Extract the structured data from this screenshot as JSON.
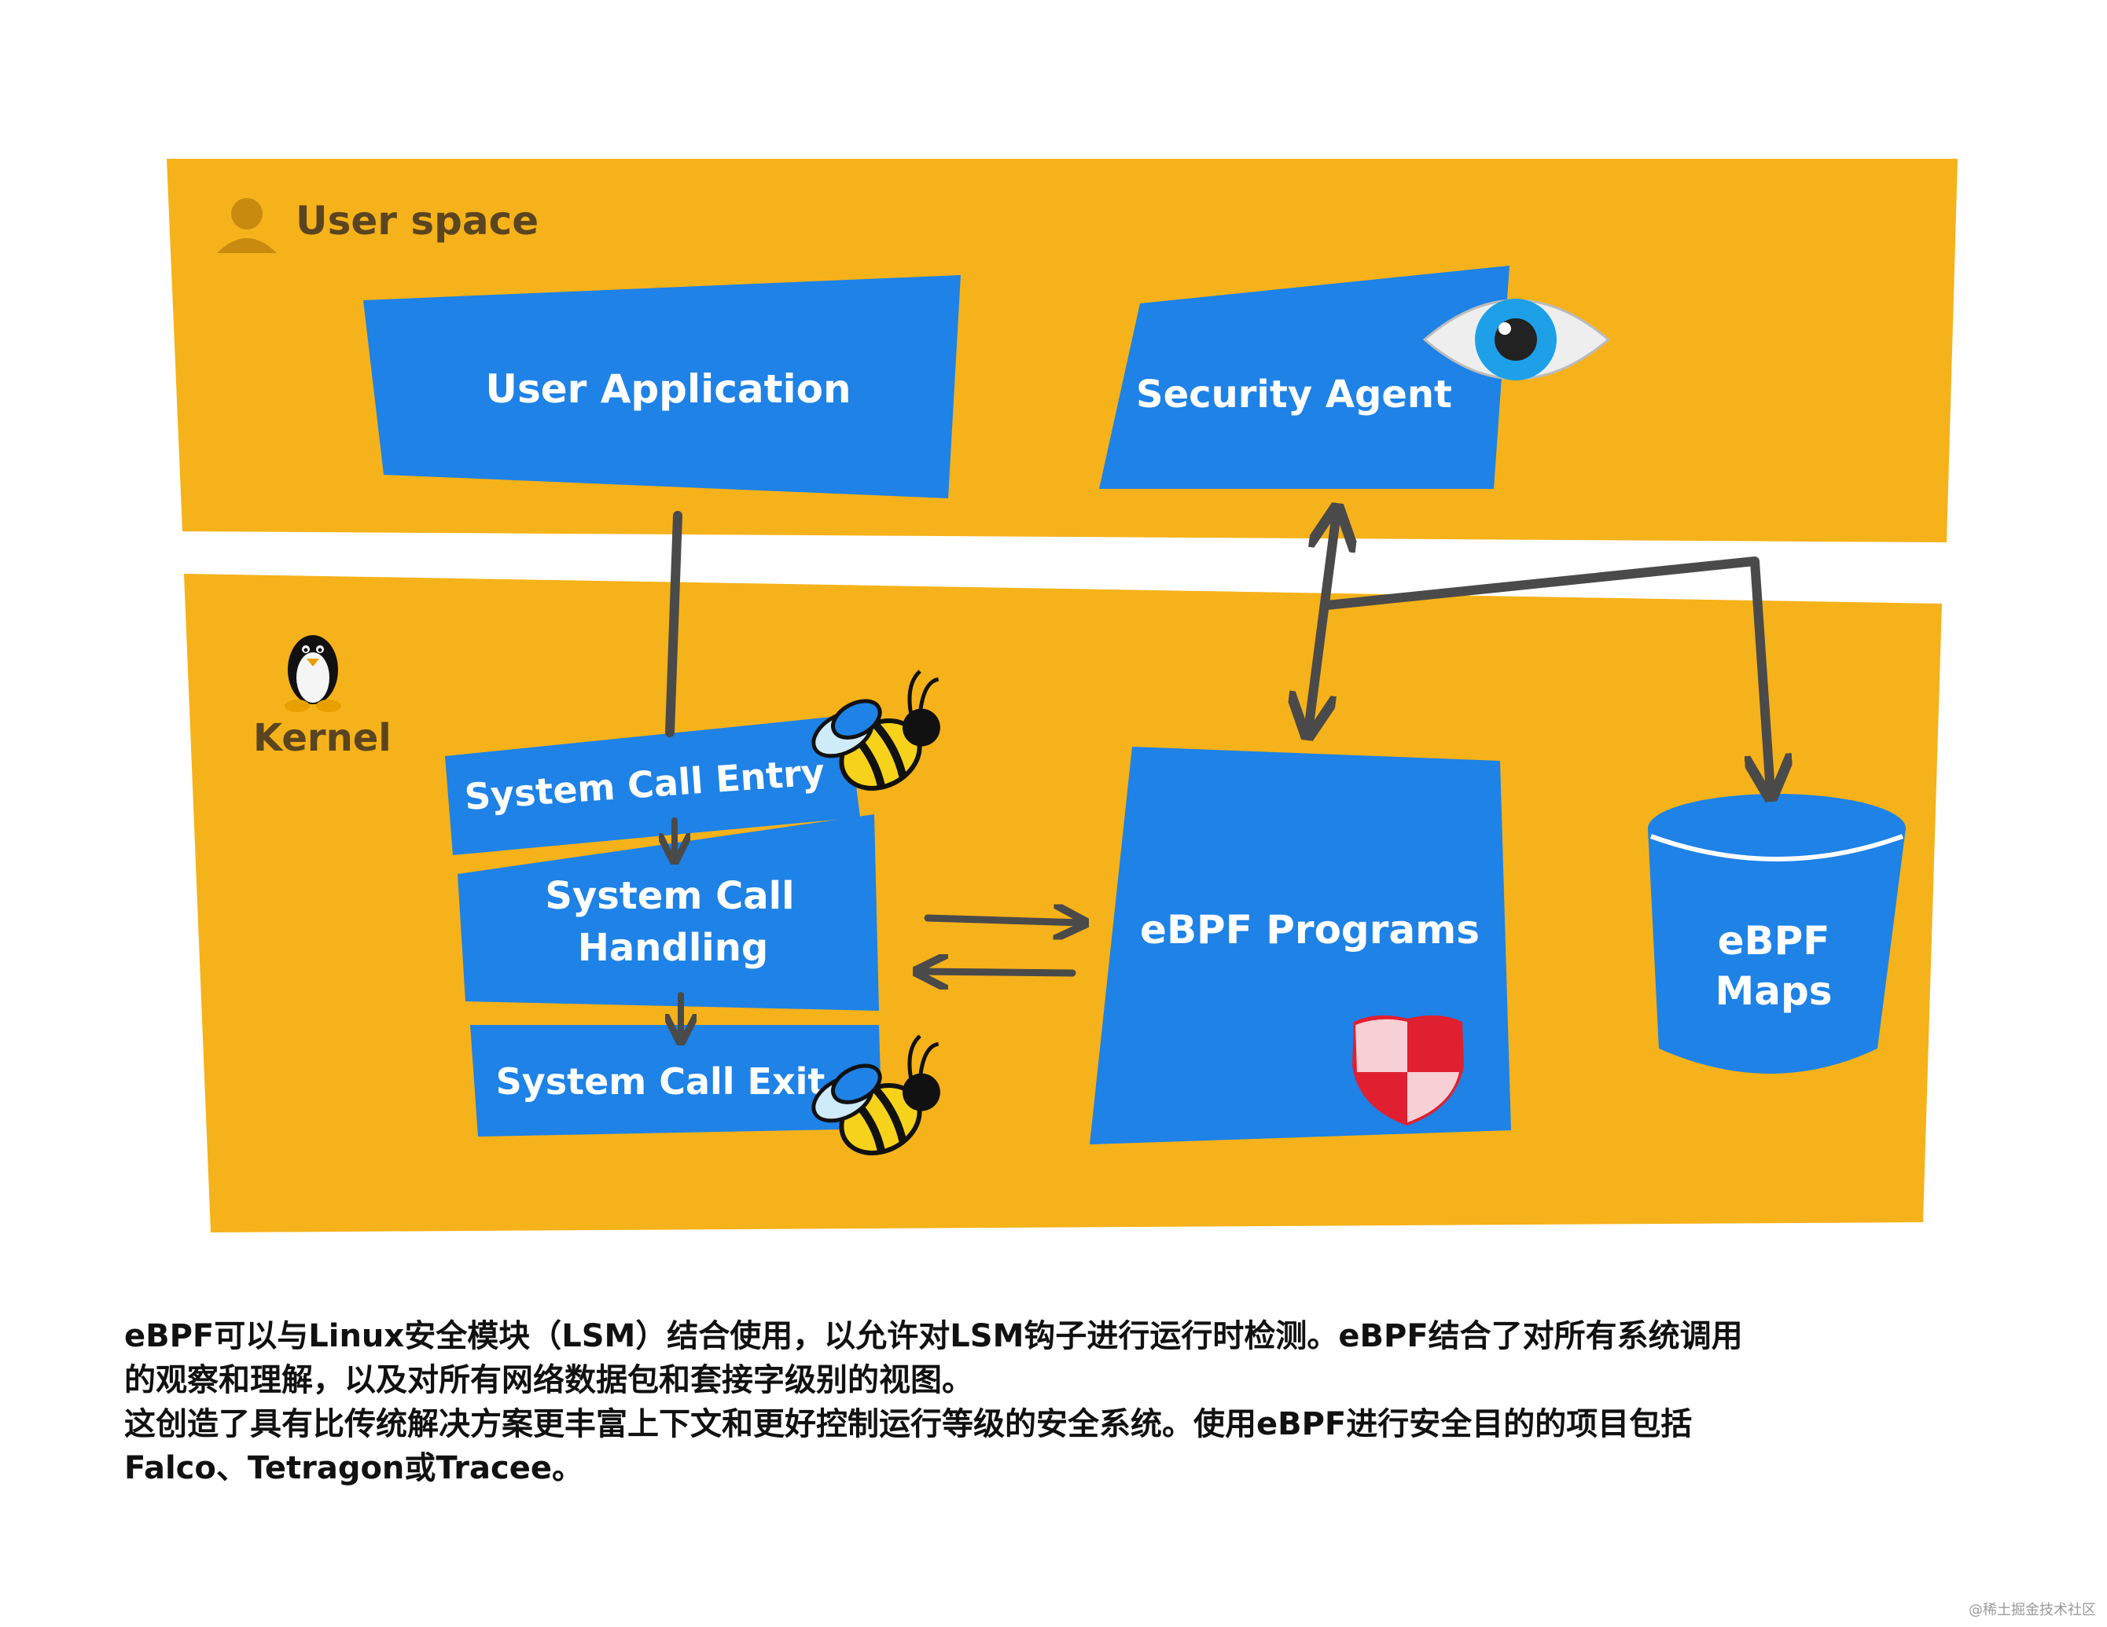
{
  "zones": {
    "user_space_label": "User space",
    "kernel_label": "Kernel"
  },
  "boxes": {
    "user_application": "User Application",
    "security_agent": "Security Agent",
    "syscall_entry": "System Call Entry",
    "syscall_handling_line1": "System Call",
    "syscall_handling_line2": "Handling",
    "syscall_exit": "System Call Exit",
    "ebpf_programs": "eBPF Programs",
    "ebpf_maps_line1": "eBPF",
    "ebpf_maps_line2": "Maps"
  },
  "icons": {
    "user": "user-icon",
    "linux": "tux-penguin-icon",
    "eye": "eye-icon",
    "bee": "bee-icon",
    "shield": "shield-icon"
  },
  "colors": {
    "background_zone": "#f6b21a",
    "box_blue": "#1e82e6",
    "arrow": "#4a4a4a"
  },
  "caption": {
    "line1": "eBPF可以与Linux安全模块（LSM）结合使用，以允许对LSM钩子进行运行时检测。eBPF结合了对所有系统调用",
    "line2": "的观察和理解，以及对所有网络数据包和套接字级别的视图。",
    "line3": "这创造了具有比传统解决方案更丰富上下文和更好控制运行等级的安全系统。使用eBPF进行安全目的的项目包括",
    "line4": "Falco、Tetragon或Tracee。"
  },
  "watermark": "@稀土掘金技术社区"
}
